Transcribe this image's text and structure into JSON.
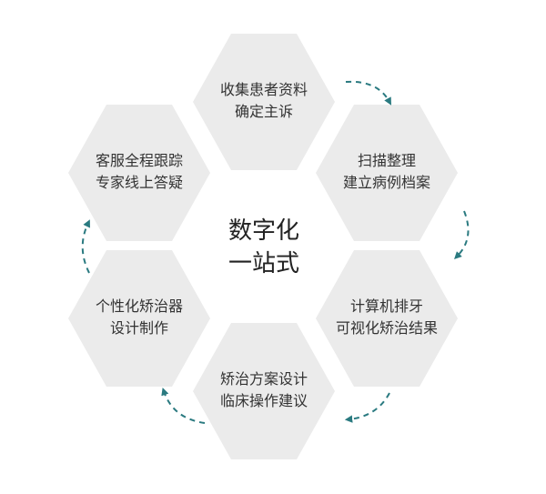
{
  "center": {
    "line1": "数字化",
    "line2": "一站式"
  },
  "steps": [
    {
      "line1": "收集患者资料",
      "line2": "确定主诉"
    },
    {
      "line1": "扫描整理",
      "line2": "建立病例档案"
    },
    {
      "line1": "计算机排牙",
      "line2": "可视化矫治结果"
    },
    {
      "line1": "矫治方案设计",
      "line2": "临床操作建议"
    },
    {
      "line1": "个性化矫治器",
      "line2": "设计制作"
    },
    {
      "line1": "客服全程跟踪",
      "line2": "专家线上答疑"
    }
  ],
  "colors": {
    "hexagon": "#ebebeb",
    "arrow": "#2a7a80",
    "text": "#333333"
  }
}
